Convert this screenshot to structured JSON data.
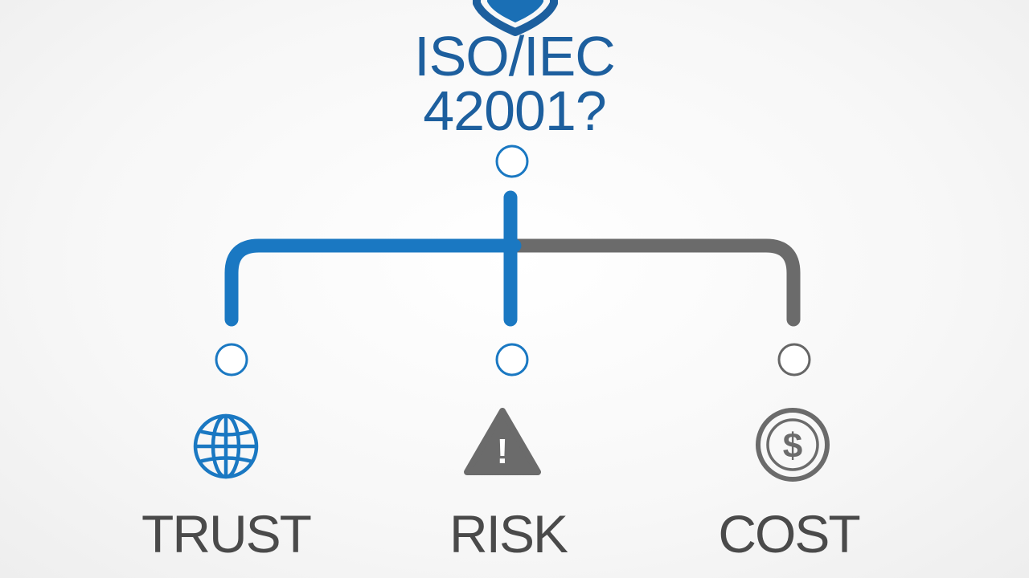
{
  "title": {
    "line1": "ISO/IEC",
    "line2": "42001?"
  },
  "branches": [
    {
      "label": "TRUST",
      "icon": "globe-icon",
      "color": "#1a78c2"
    },
    {
      "label": "RISK",
      "icon": "warning-triangle-icon",
      "color": "#666666"
    },
    {
      "label": "COST",
      "icon": "dollar-coin-icon",
      "color": "#666666"
    }
  ],
  "icons": {
    "risk_symbol": "!",
    "cost_symbol": "$"
  },
  "colors": {
    "accent_blue": "#1a78c2",
    "title_blue": "#1d5f9e",
    "neutral_gray": "#6b6b6b",
    "label_gray": "#4a4a4a"
  }
}
